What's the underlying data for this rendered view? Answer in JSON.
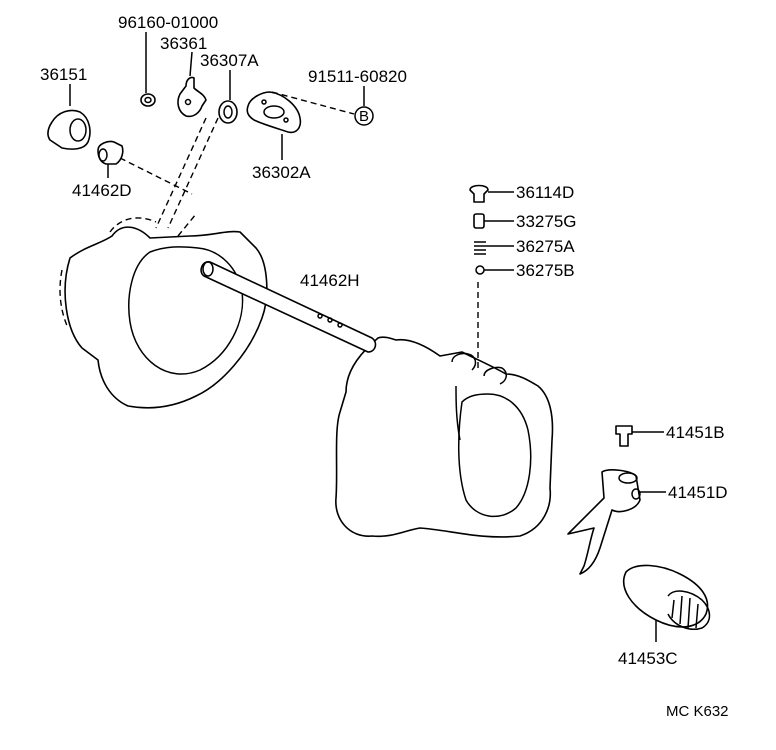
{
  "diagram": {
    "parts": {
      "p96160": "96160-01000",
      "p36361": "36361",
      "p36307a": "36307A",
      "p36151": "36151",
      "p91511": "91511-60820",
      "p36302a": "36302A",
      "p41462d": "41462D",
      "p36114d": "36114D",
      "p33275g": "33275G",
      "p36275a": "36275A",
      "p36275b": "36275B",
      "p41462h": "41462H",
      "p41451b": "41451B",
      "p41451d": "41451D",
      "p41453c": "41453C"
    },
    "callout_letter": "B",
    "reference": "MC  K632"
  }
}
